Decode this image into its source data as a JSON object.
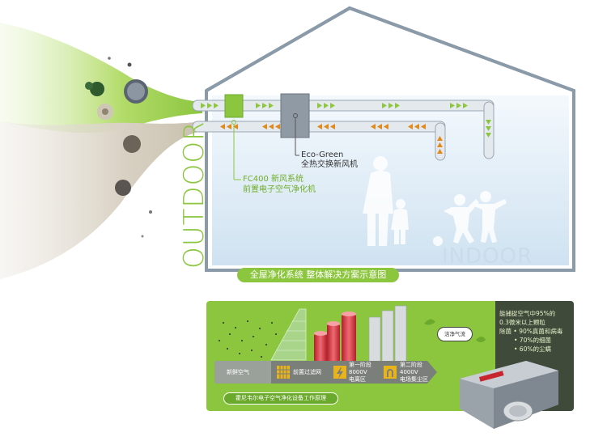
{
  "labels": {
    "outdoor": "OUTDOOR",
    "indoor": "INDOOR",
    "eco_line1": "Eco-Green",
    "eco_line2": "全热交换新风机",
    "fc_line1": "FC400 新风系统",
    "fc_line2": "前置电子空气净化机",
    "banner": "全屋净化系统 整体解决方案示意图"
  },
  "process": {
    "steps": [
      {
        "line1": "新鲜空气",
        "line2": ""
      },
      {
        "line1": "前置过滤网",
        "line2": ""
      },
      {
        "line1": "第一阶段",
        "line2": "8000V",
        "line3": "电离区"
      },
      {
        "line1": "第二阶段",
        "line2": "4000V",
        "line3": "电场集尘区"
      }
    ],
    "bubble": "洁净气流",
    "caption": "霍尼韦尔电子空气净化设备工作原理",
    "spec_line1": "能捕捉空气中95%的",
    "spec_line2": "0.3微米以上颗粒",
    "spec_line3": "除菌 • 90%真菌和病毒",
    "spec_line4": "• 70%的细菌",
    "spec_line5": "• 60%的尘螨"
  },
  "colors": {
    "green": "#8cc63f",
    "house_line": "#8a9aa8",
    "duct": "#e4e9ee",
    "arrow_supply": "#8cc63f",
    "arrow_return": "#e08a1e",
    "dark_panel": "#3f4a3a"
  }
}
